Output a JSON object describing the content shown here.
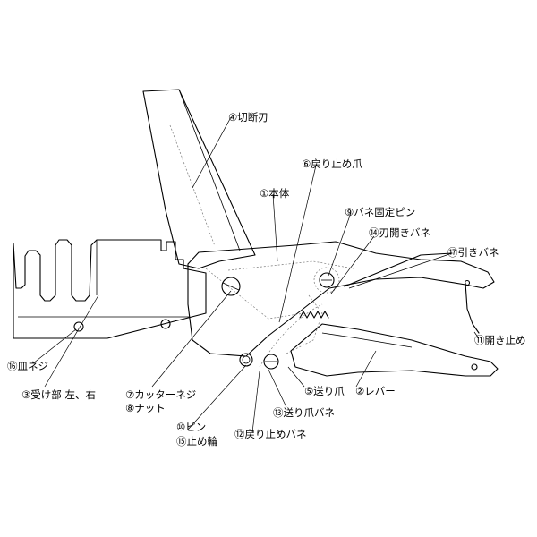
{
  "labels": {
    "cutting_blade": "④切断刃",
    "return_pawl": "⑥戻り止め爪",
    "body": "①本体",
    "spring_pin": "⑨バネ固定ピン",
    "blade_spring": "⑭刃開きバネ",
    "pull_spring": "⑰引きバネ",
    "open_stop": "⑪開き止め",
    "plate_screw": "⑯皿ネジ",
    "receiver": "③受け部 左、右",
    "cutter_screw": "⑦カッターネジ",
    "nut": "⑧ナット",
    "feed_pawl": "⑤送り爪",
    "lever": "②レバー",
    "feed_pawl_spring": "⑬送り爪バネ",
    "pin": "⑩ピン",
    "retaining_ring": "⑮止め輪",
    "return_pawl_spring": "⑫戻り止めバネ"
  }
}
